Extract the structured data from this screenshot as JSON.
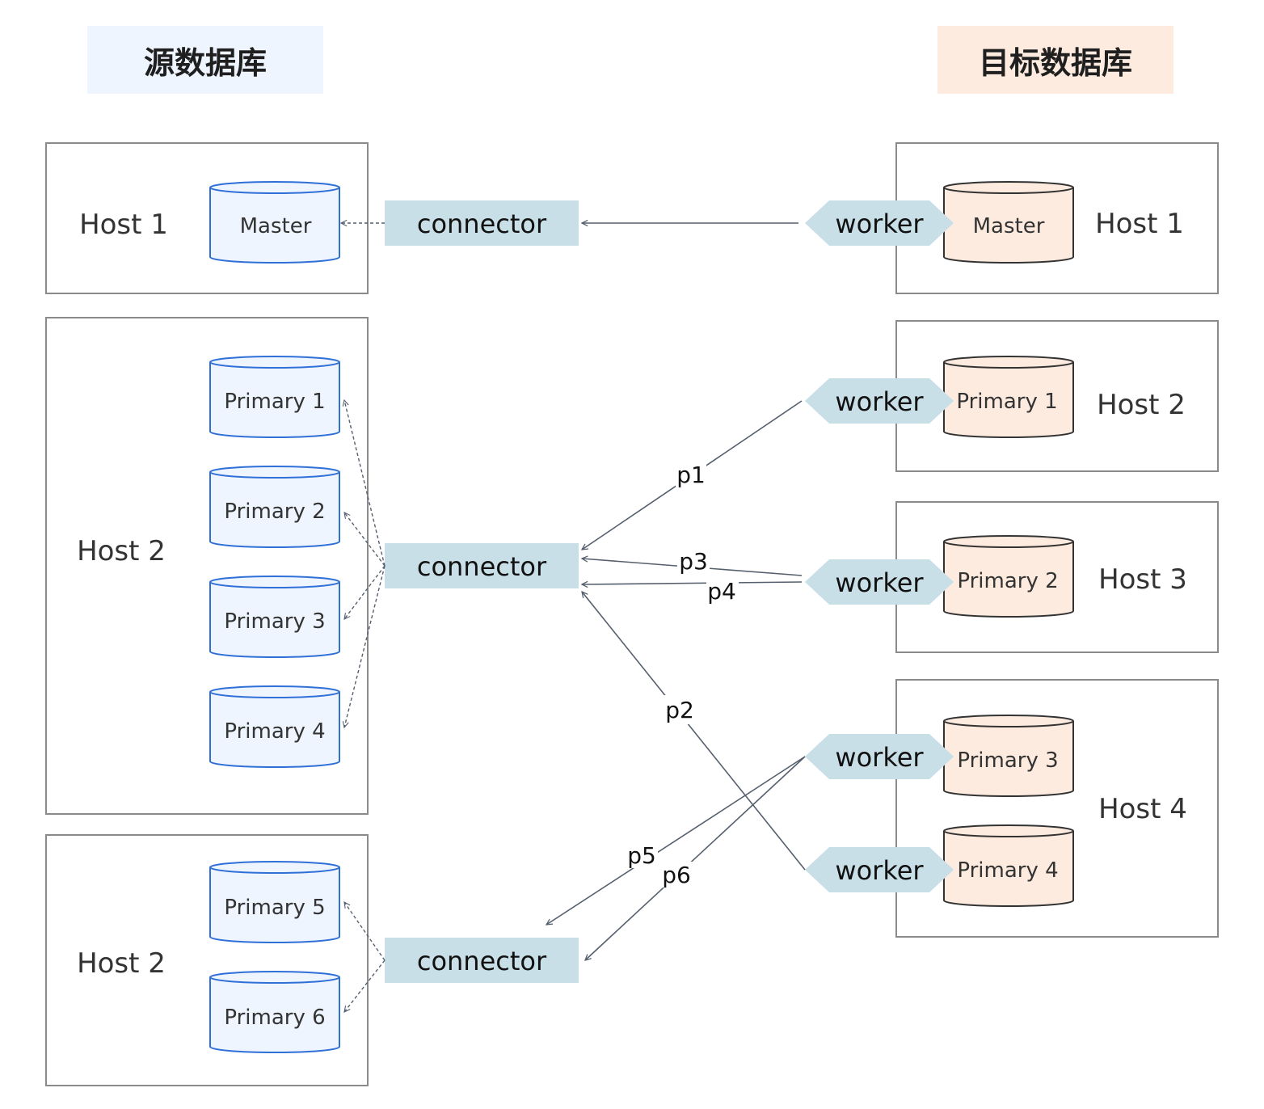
{
  "headers": {
    "source": "源数据库",
    "target": "目标数据库"
  },
  "source_hosts": [
    {
      "label": "Host 1",
      "dbs": [
        "Master"
      ]
    },
    {
      "label": "Host 2",
      "dbs": [
        "Primary 1",
        "Primary 2",
        "Primary 3",
        "Primary 4"
      ]
    },
    {
      "label": "Host 2",
      "dbs": [
        "Primary 5",
        "Primary 6"
      ]
    }
  ],
  "target_hosts": [
    {
      "label": "Host 1",
      "dbs": [
        "Master"
      ]
    },
    {
      "label": "Host 2",
      "dbs": [
        "Primary 1"
      ]
    },
    {
      "label": "Host 3",
      "dbs": [
        "Primary 2"
      ]
    },
    {
      "label": "Host 4",
      "dbs": [
        "Primary 3",
        "Primary 4"
      ]
    }
  ],
  "connector_label": "connector",
  "worker_label": "worker",
  "edges": {
    "p1": "p1",
    "p2": "p2",
    "p3": "p3",
    "p4": "p4",
    "p5": "p5",
    "p6": "p6"
  },
  "colors": {
    "source_db_fill": "#eef5ff",
    "source_db_stroke": "#2f6fd8",
    "target_db_fill": "#fdebdf",
    "target_db_stroke": "#333333",
    "connector_fill": "#c9dfe7",
    "worker_fill": "#c9dfe7",
    "line": "#555f6d",
    "host_border": "#8a8a8a"
  }
}
